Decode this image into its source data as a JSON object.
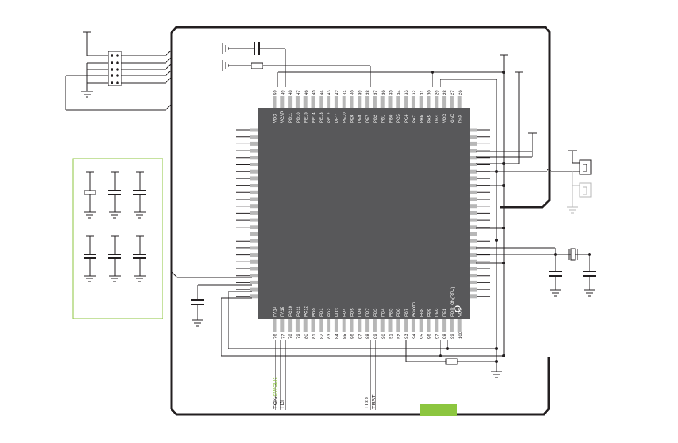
{
  "chip": {
    "top_pins": [
      {
        "num": "50",
        "name": "VDD"
      },
      {
        "num": "49",
        "name": "VCAP"
      },
      {
        "num": "48",
        "name": "PB11"
      },
      {
        "num": "47",
        "name": "PB10"
      },
      {
        "num": "46",
        "name": "PE15"
      },
      {
        "num": "45",
        "name": "PE14"
      },
      {
        "num": "44",
        "name": "PE13"
      },
      {
        "num": "43",
        "name": "PE12"
      },
      {
        "num": "42",
        "name": "PE11"
      },
      {
        "num": "41",
        "name": "PE10"
      },
      {
        "num": "40",
        "name": "PE9"
      },
      {
        "num": "39",
        "name": "PE8"
      },
      {
        "num": "38",
        "name": "PE7"
      },
      {
        "num": "37",
        "name": "PB2"
      },
      {
        "num": "36",
        "name": "PB1"
      },
      {
        "num": "35",
        "name": "PB0"
      },
      {
        "num": "34",
        "name": "PC5"
      },
      {
        "num": "33",
        "name": "PC4"
      },
      {
        "num": "32",
        "name": "PA7"
      },
      {
        "num": "31",
        "name": "PA6"
      },
      {
        "num": "30",
        "name": "PA5"
      },
      {
        "num": "29",
        "name": "PA4"
      },
      {
        "num": "28",
        "name": "VDD"
      },
      {
        "num": "27",
        "name": "GND"
      },
      {
        "num": "26",
        "name": "PA3"
      }
    ],
    "bottom_pins": [
      {
        "num": "76",
        "name": "PA14"
      },
      {
        "num": "77",
        "name": "PA15"
      },
      {
        "num": "78",
        "name": "PC10"
      },
      {
        "num": "79",
        "name": "PC11"
      },
      {
        "num": "80",
        "name": "PC12"
      },
      {
        "num": "81",
        "name": "PD0"
      },
      {
        "num": "82",
        "name": "PD1"
      },
      {
        "num": "83",
        "name": "PD2"
      },
      {
        "num": "84",
        "name": "PD3"
      },
      {
        "num": "85",
        "name": "PD4"
      },
      {
        "num": "86",
        "name": "PD5"
      },
      {
        "num": "87",
        "name": "PD6"
      },
      {
        "num": "88",
        "name": "PD7"
      },
      {
        "num": "89",
        "name": "PB3"
      },
      {
        "num": "90",
        "name": "PB4"
      },
      {
        "num": "91",
        "name": "PB5"
      },
      {
        "num": "92",
        "name": "PB6"
      },
      {
        "num": "93",
        "name": "PB7"
      },
      {
        "num": "94",
        "name": "BOOT0"
      },
      {
        "num": "95",
        "name": "PB8"
      },
      {
        "num": "96",
        "name": "PB9"
      },
      {
        "num": "97",
        "name": "PE0"
      },
      {
        "num": "98",
        "name": "PE1"
      },
      {
        "num": "99",
        "name": "PDR_ON(RFU)"
      },
      {
        "num": "100",
        "name": "VDD"
      }
    ]
  },
  "signals": {
    "tck": "TCK/",
    "swclk": "SWCLK",
    "tdi": "TDI",
    "tdo": "TDO",
    "trst": "TRST"
  },
  "colors": {
    "chip_fill": "#58585a",
    "pin_gray": "#b7b7b7",
    "green_accent": "#8cc63f",
    "line": "#231f20"
  }
}
